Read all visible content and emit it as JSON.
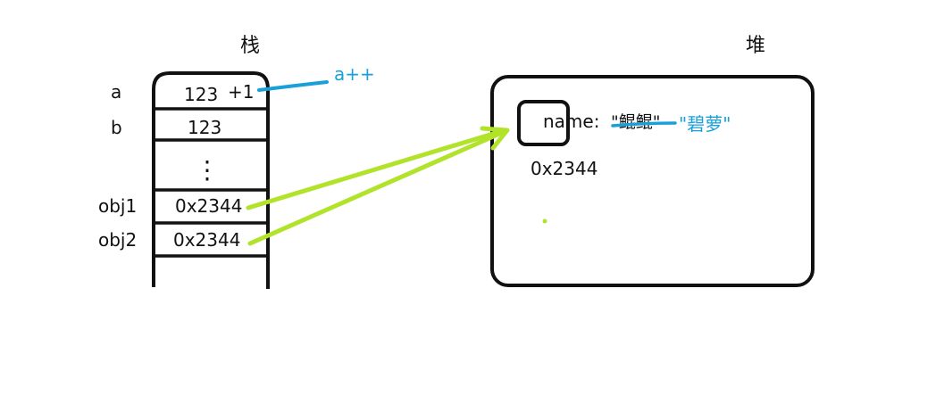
{
  "stack": {
    "title": "栈",
    "rows": [
      {
        "label": "a",
        "value": "123"
      },
      {
        "label": "b",
        "value": "123"
      },
      {
        "label": "",
        "value": "⋮"
      },
      {
        "label": "obj1",
        "value": "0x2344"
      },
      {
        "label": "obj2",
        "value": "0x2344"
      },
      {
        "label": "",
        "value": ""
      }
    ],
    "increment_note": "+1",
    "annotation": "a++"
  },
  "heap": {
    "title": "堆",
    "property_key": "name:",
    "old_value": "\"鲲鲲\"",
    "new_value": "\"碧萝\"",
    "address": "0x2344"
  },
  "colors": {
    "ink": "#111111",
    "blue": "#1aa0d8",
    "green": "#b2e32b"
  }
}
